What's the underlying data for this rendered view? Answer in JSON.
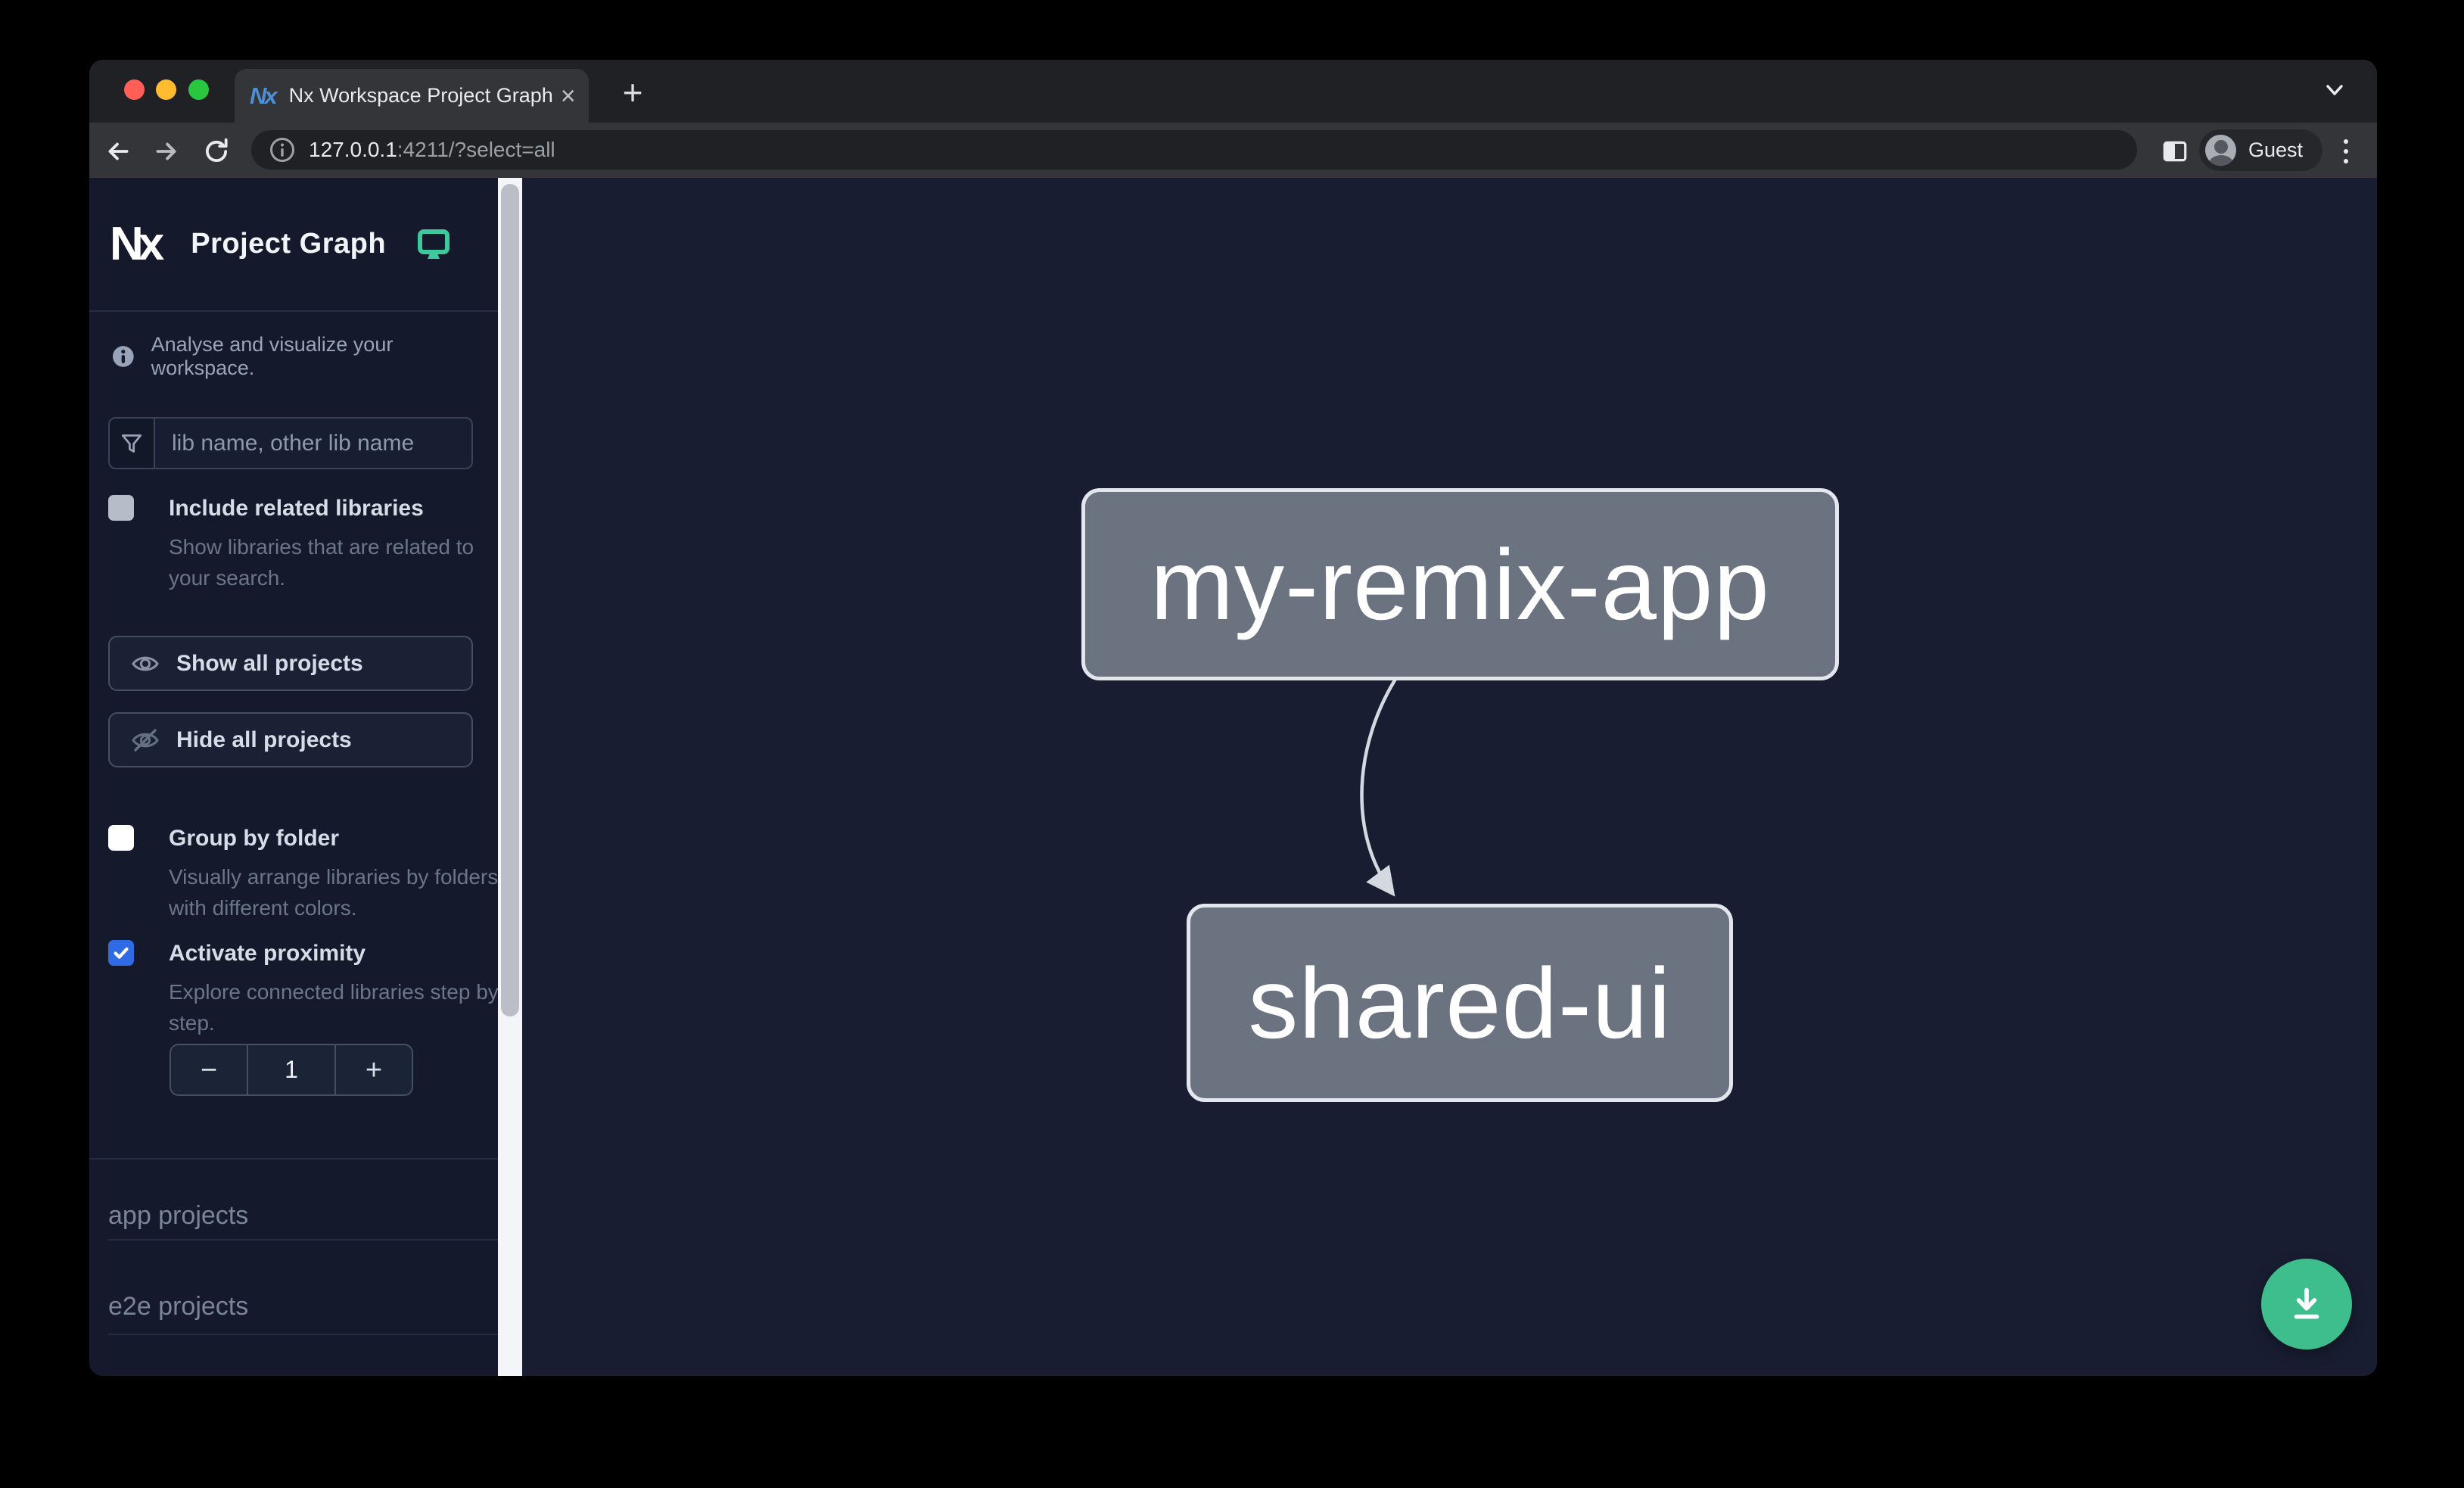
{
  "browser": {
    "tab": {
      "favicon_text": "Nx",
      "title": "Nx Workspace Project Graph",
      "close_glyph": "×"
    },
    "new_tab_glyph": "+",
    "url": {
      "host": "127.0.0.1",
      "rest": ":4211/?select=all"
    },
    "profile_label": "Guest"
  },
  "sidebar": {
    "logo_text": "Nx",
    "title": "Project Graph",
    "subtitle": "Analyse and visualize your workspace.",
    "search_placeholder": "lib name, other lib name",
    "include_related": {
      "label": "Include related libraries",
      "description": "Show libraries that are related to your search.",
      "checked": false
    },
    "show_all_label": "Show all projects",
    "hide_all_label": "Hide all projects",
    "group_by_folder": {
      "label": "Group by folder",
      "description": "Visually arrange libraries by folders with different colors.",
      "checked": false
    },
    "activate_proximity": {
      "label": "Activate proximity",
      "description": "Explore connected libraries step by step.",
      "checked": true
    },
    "stepper": {
      "decrement_glyph": "−",
      "value": "1",
      "increment_glyph": "+"
    },
    "sections": [
      {
        "label": "app projects"
      },
      {
        "label": "e2e projects"
      }
    ]
  },
  "graph": {
    "nodes": [
      {
        "id": "my-remix-app"
      },
      {
        "id": "shared-ui"
      }
    ],
    "edges": [
      {
        "source": "my-remix-app",
        "target": "shared-ui"
      }
    ]
  },
  "colors": {
    "accent_teal": "#3EBE8C",
    "checkbox_blue": "#2F6BE4",
    "node_fill": "#6B7280",
    "node_border": "#E3E7ED",
    "sidebar_bg": "#141A2B",
    "graph_bg": "#181D31"
  }
}
